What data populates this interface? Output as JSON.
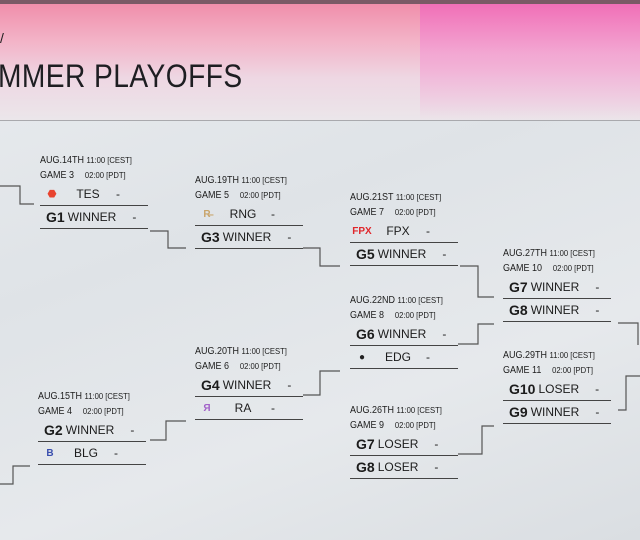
{
  "header": {
    "title": "MMER PLAYOFFS",
    "mark": "/"
  },
  "matches": [
    {
      "id": "g3",
      "date": "AUG.14TH",
      "cest": "11:00 [CEST]",
      "game": "GAME 3",
      "pdt": "02:00 [PDT]",
      "rows": [
        {
          "logo": "tes-logo",
          "name": "TES",
          "score": "-"
        },
        {
          "key": "G1",
          "label": "WINNER",
          "score": "-"
        }
      ]
    },
    {
      "id": "g5",
      "date": "AUG.19TH",
      "cest": "11:00 [CEST]",
      "game": "GAME 5",
      "pdt": "02:00 [PDT]",
      "rows": [
        {
          "logo": "rng-logo",
          "name": "RNG",
          "score": "-"
        },
        {
          "key": "G3",
          "label": "WINNER",
          "score": "-"
        }
      ]
    },
    {
      "id": "g7",
      "date": "AUG.21ST",
      "cest": "11:00 [CEST]",
      "game": "GAME 7",
      "pdt": "02:00 [PDT]",
      "rows": [
        {
          "logo": "fpx-logo",
          "name": "FPX",
          "score": "-"
        },
        {
          "key": "G5",
          "label": "WINNER",
          "score": "-"
        }
      ]
    },
    {
      "id": "g10",
      "date": "AUG.27TH",
      "cest": "11:00 [CEST]",
      "game": "GAME 10",
      "pdt": "02:00 [PDT]",
      "rows": [
        {
          "key": "G7",
          "label": "WINNER",
          "score": "-"
        },
        {
          "key": "G8",
          "label": "WINNER",
          "score": "-"
        }
      ]
    },
    {
      "id": "g8",
      "date": "AUG.22ND",
      "cest": "11:00 [CEST]",
      "game": "GAME 8",
      "pdt": "02:00 [PDT]",
      "rows": [
        {
          "key": "G6",
          "label": "WINNER",
          "score": "-"
        },
        {
          "logo": "edg-logo",
          "name": "EDG",
          "score": "-"
        }
      ]
    },
    {
      "id": "g11",
      "date": "AUG.29TH",
      "cest": "11:00 [CEST]",
      "game": "GAME 11",
      "pdt": "02:00 [PDT]",
      "rows": [
        {
          "key": "G10",
          "label": "LOSER",
          "score": "-"
        },
        {
          "key": "G9",
          "label": "WINNER",
          "score": "-"
        }
      ]
    },
    {
      "id": "g6",
      "date": "AUG.20TH",
      "cest": "11:00 [CEST]",
      "game": "GAME 6",
      "pdt": "02:00 [PDT]",
      "rows": [
        {
          "key": "G4",
          "label": "WINNER",
          "score": "-"
        },
        {
          "logo": "ra-logo",
          "name": "RA",
          "score": "-"
        }
      ]
    },
    {
      "id": "g4",
      "date": "AUG.15TH",
      "cest": "11:00 [CEST]",
      "game": "GAME 4",
      "pdt": "02:00 [PDT]",
      "rows": [
        {
          "key": "G2",
          "label": "WINNER",
          "score": "-"
        },
        {
          "logo": "blg-logo",
          "name": "BLG",
          "score": "-"
        }
      ]
    },
    {
      "id": "g9",
      "date": "AUG.26TH",
      "cest": "11:00 [CEST]",
      "game": "GAME 9",
      "pdt": "02:00 [PDT]",
      "rows": [
        {
          "key": "G7",
          "label": "LOSER",
          "score": "-"
        },
        {
          "key": "G8",
          "label": "LOSER",
          "score": "-"
        }
      ]
    }
  ],
  "logo_colors": {
    "tes-logo": "#e8432f",
    "rng-logo": "#c9a46a",
    "fpx-logo": "#e0262b",
    "edg-logo": "#222222",
    "ra-logo": "#a262c9",
    "blg-logo": "#3a4fae"
  }
}
